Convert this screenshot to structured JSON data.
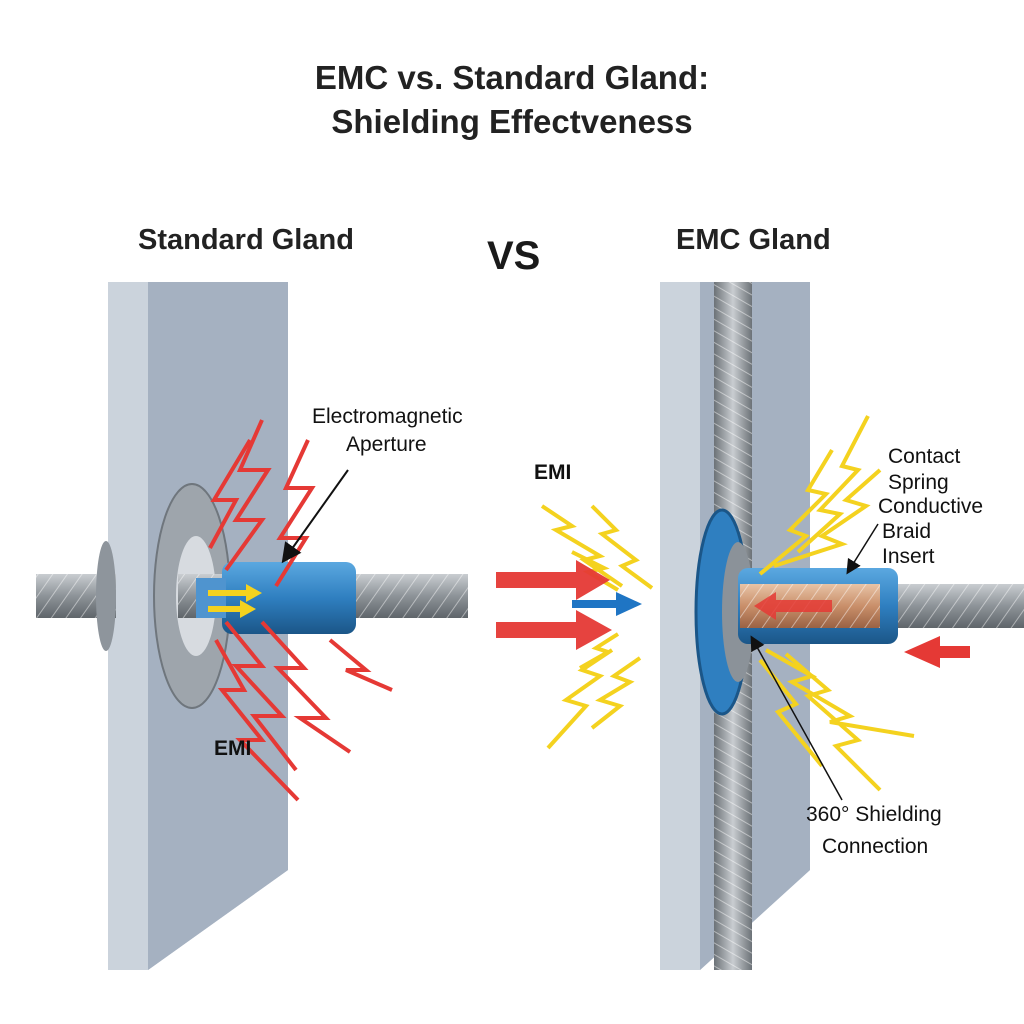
{
  "title_line1": "EMC vs. Standard Gland:",
  "title_line2": "Shielding Effectveness",
  "left": {
    "heading": "Standard Gland",
    "aperture_label_line1": "Electromagnetic",
    "aperture_label_line2": "Aperture",
    "emi_label": "EMI"
  },
  "vs_label": "VS",
  "middle": {
    "emi_label": "EMI"
  },
  "right": {
    "heading": "EMC Gland",
    "contact_spring_line1": "Contact",
    "contact_spring_line2": "Spring",
    "braid_insert_line1": "Conductive",
    "braid_insert_line2": "Braid",
    "braid_insert_line3": "Insert",
    "shielding_line1": "360° Shielding",
    "shielding_line2": "Connection"
  },
  "colors": {
    "wall": "#a8b4c4",
    "wall_edge": "#d5dbe3",
    "gland_blue": "#2f7fc0",
    "emi_red": "#e53935",
    "emi_yellow": "#f4d21f",
    "cable_gray": "#9aa0a6",
    "copper": "#c98f6a"
  }
}
